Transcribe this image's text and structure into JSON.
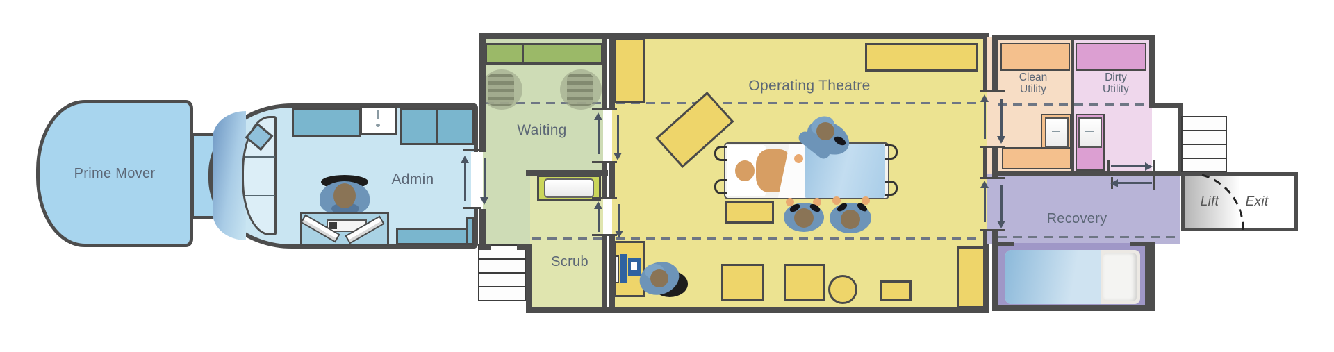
{
  "floor_plan": {
    "rooms": {
      "prime_mover": {
        "label": "Prime Mover",
        "fill": "#a8d5ee"
      },
      "admin": {
        "label": "Admin",
        "fill": "#c9e5f2"
      },
      "waiting": {
        "label": "Waiting",
        "fill": "#cedcb6"
      },
      "scrub": {
        "label": "Scrub",
        "fill": "#e0e5af"
      },
      "operating_theatre": {
        "label": "Operating Theatre",
        "fill": "#ece391"
      },
      "clean_utility": {
        "line1": "Clean",
        "line2": "Utility",
        "fill": "#f7ddc5"
      },
      "dirty_utility": {
        "line1": "Dirty",
        "line2": "Utility",
        "fill": "#efd7ec"
      },
      "recovery": {
        "label": "Recovery",
        "fill": "#b8b4d7"
      },
      "lift": {
        "label": "Lift"
      },
      "exit": {
        "label": "Exit"
      }
    },
    "colors": {
      "wall": "#4d4d4d",
      "theatre_furniture": "#eed56a",
      "admin_furniture": "#7ab6ce",
      "clean_counter": "#f4c08d",
      "dirty_counter": "#dc9fd2",
      "recovery_alcove": "#9f97c7",
      "scrubs_blue": "#6d94b8",
      "dashed_line": "#6e7684"
    }
  }
}
